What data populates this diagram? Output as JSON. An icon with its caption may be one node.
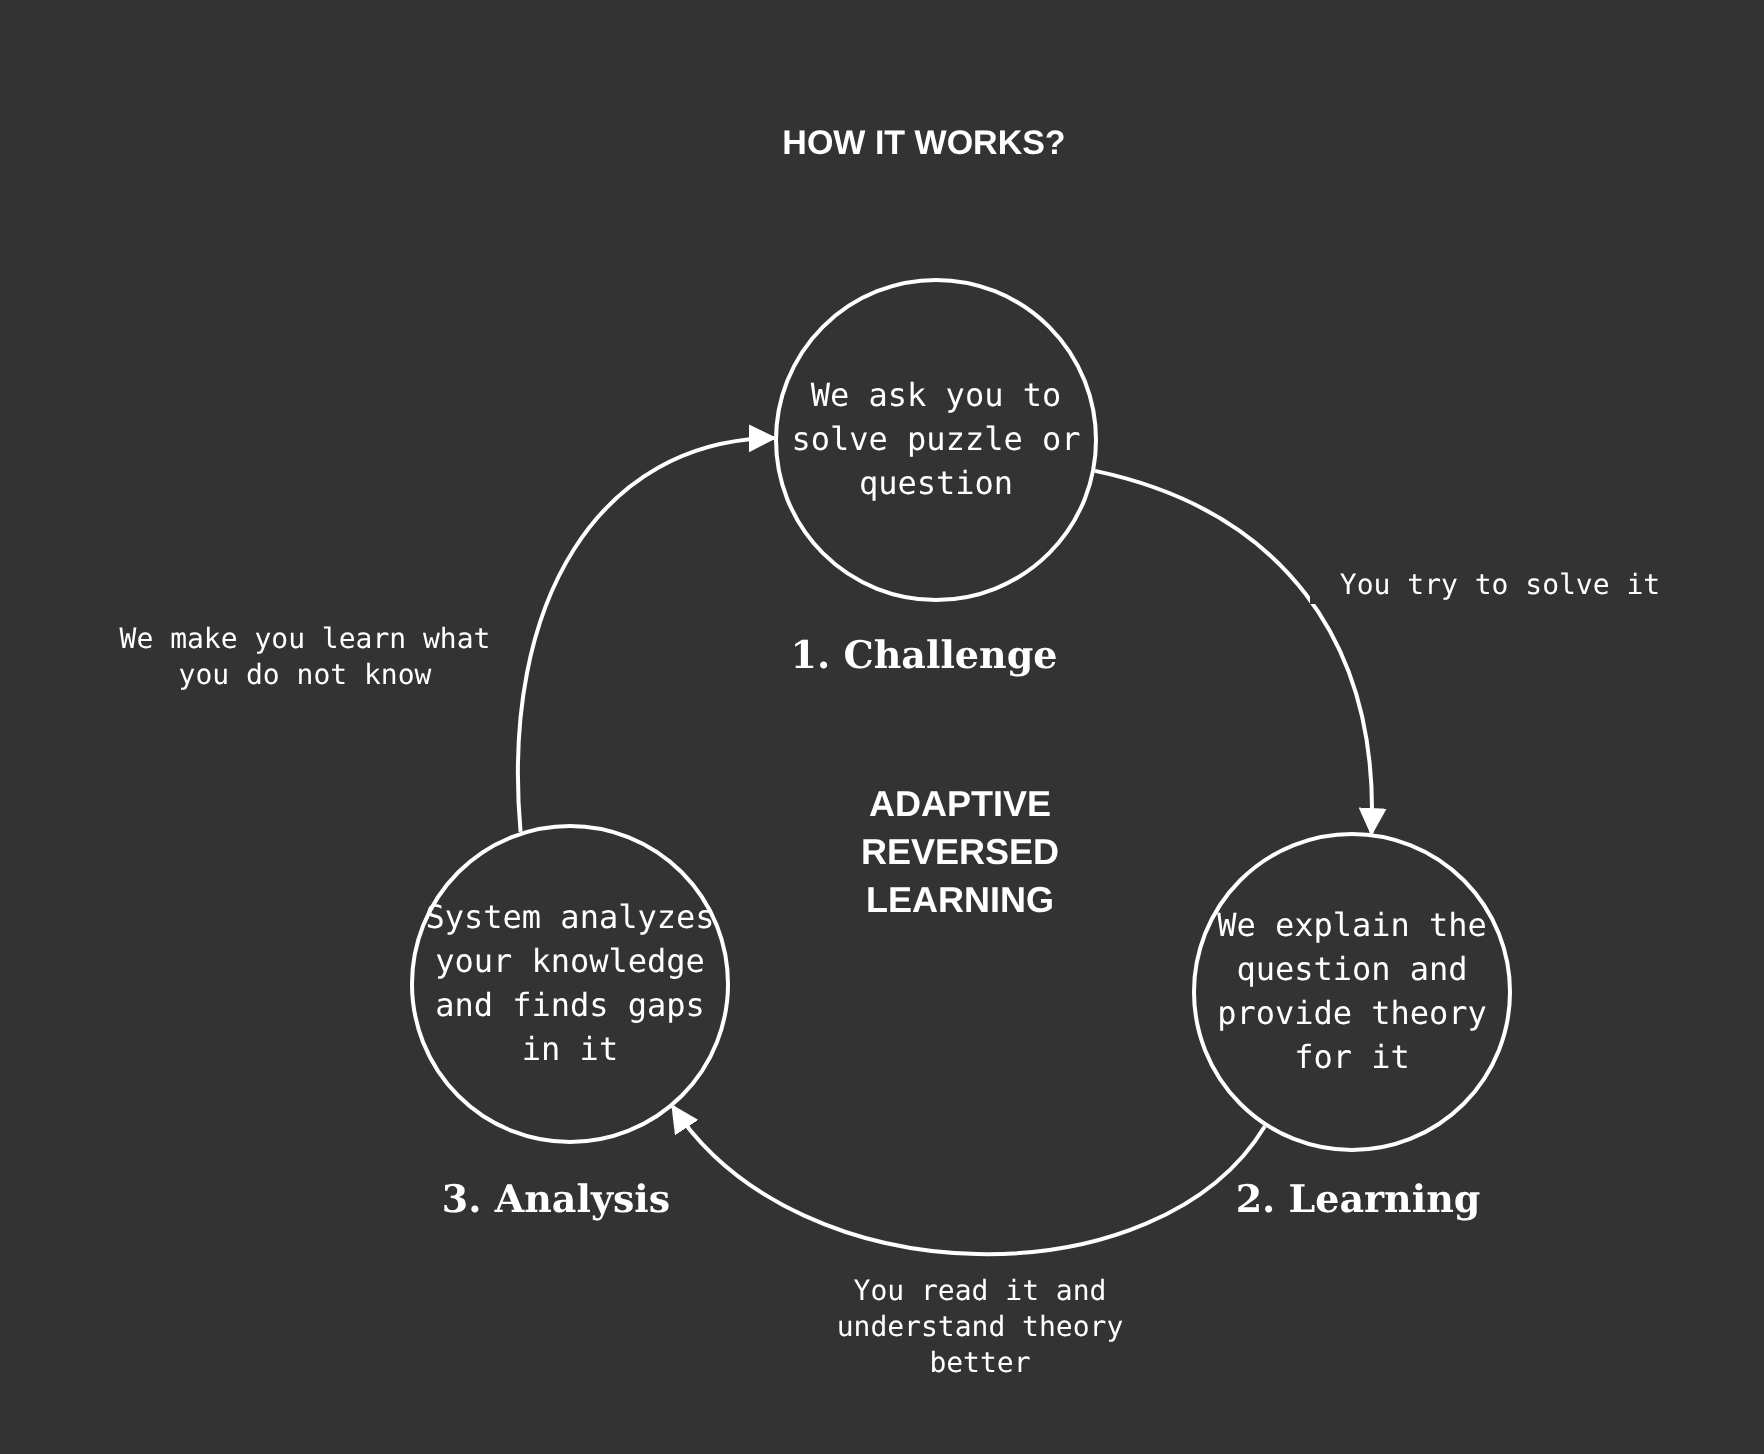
{
  "diagram": {
    "title": "HOW IT WORKS?",
    "nodes": [
      {
        "text": [
          "We ask you to solve puzzle or question"
        ],
        "beside": [
          "1. Challenge"
        ]
      },
      {
        "text": [
          "We explain the question and provide theory for it"
        ],
        "beside": [
          "2. Learning"
        ]
      },
      {
        "text": [
          "System analyzes your knowledge and finds gaps in it"
        ],
        "beside": [
          "3. Analysis"
        ]
      }
    ],
    "edges": [
      {
        "from": 0,
        "to": 1,
        "arrow": "to",
        "label": "You try to solve it"
      },
      {
        "from": 1,
        "to": 2,
        "arrow": "to",
        "label": "You read it and understand theory better"
      },
      {
        "from": 2,
        "to": 0,
        "arrow": "to",
        "label": "We make you learn what you do not know"
      }
    ],
    "labels": [
      "ADAPTIVE REVERSED LEARNING"
    ]
  }
}
